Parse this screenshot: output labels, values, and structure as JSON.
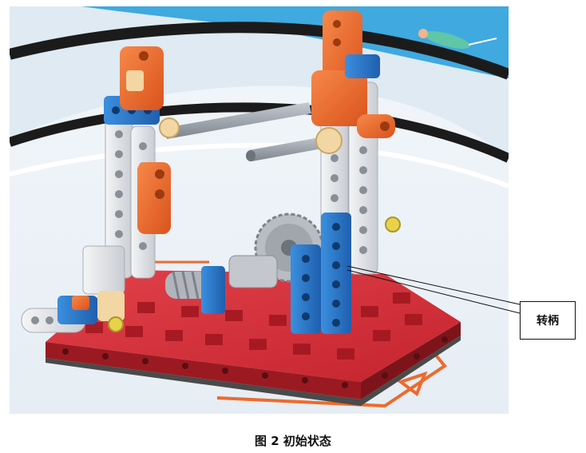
{
  "figure": {
    "icon": "lego-rotating-mechanism-render",
    "callout_label": "转柄",
    "caption": "图 2 初始状态"
  },
  "colors": {
    "mat_blue": "#3fa9e0",
    "base_red": "#d8323c",
    "beam_white": "#e8eaee",
    "beam_blue": "#2f7fd0",
    "piece_orange": "#ee6a2c",
    "axle_grey": "#9aa0a8"
  }
}
